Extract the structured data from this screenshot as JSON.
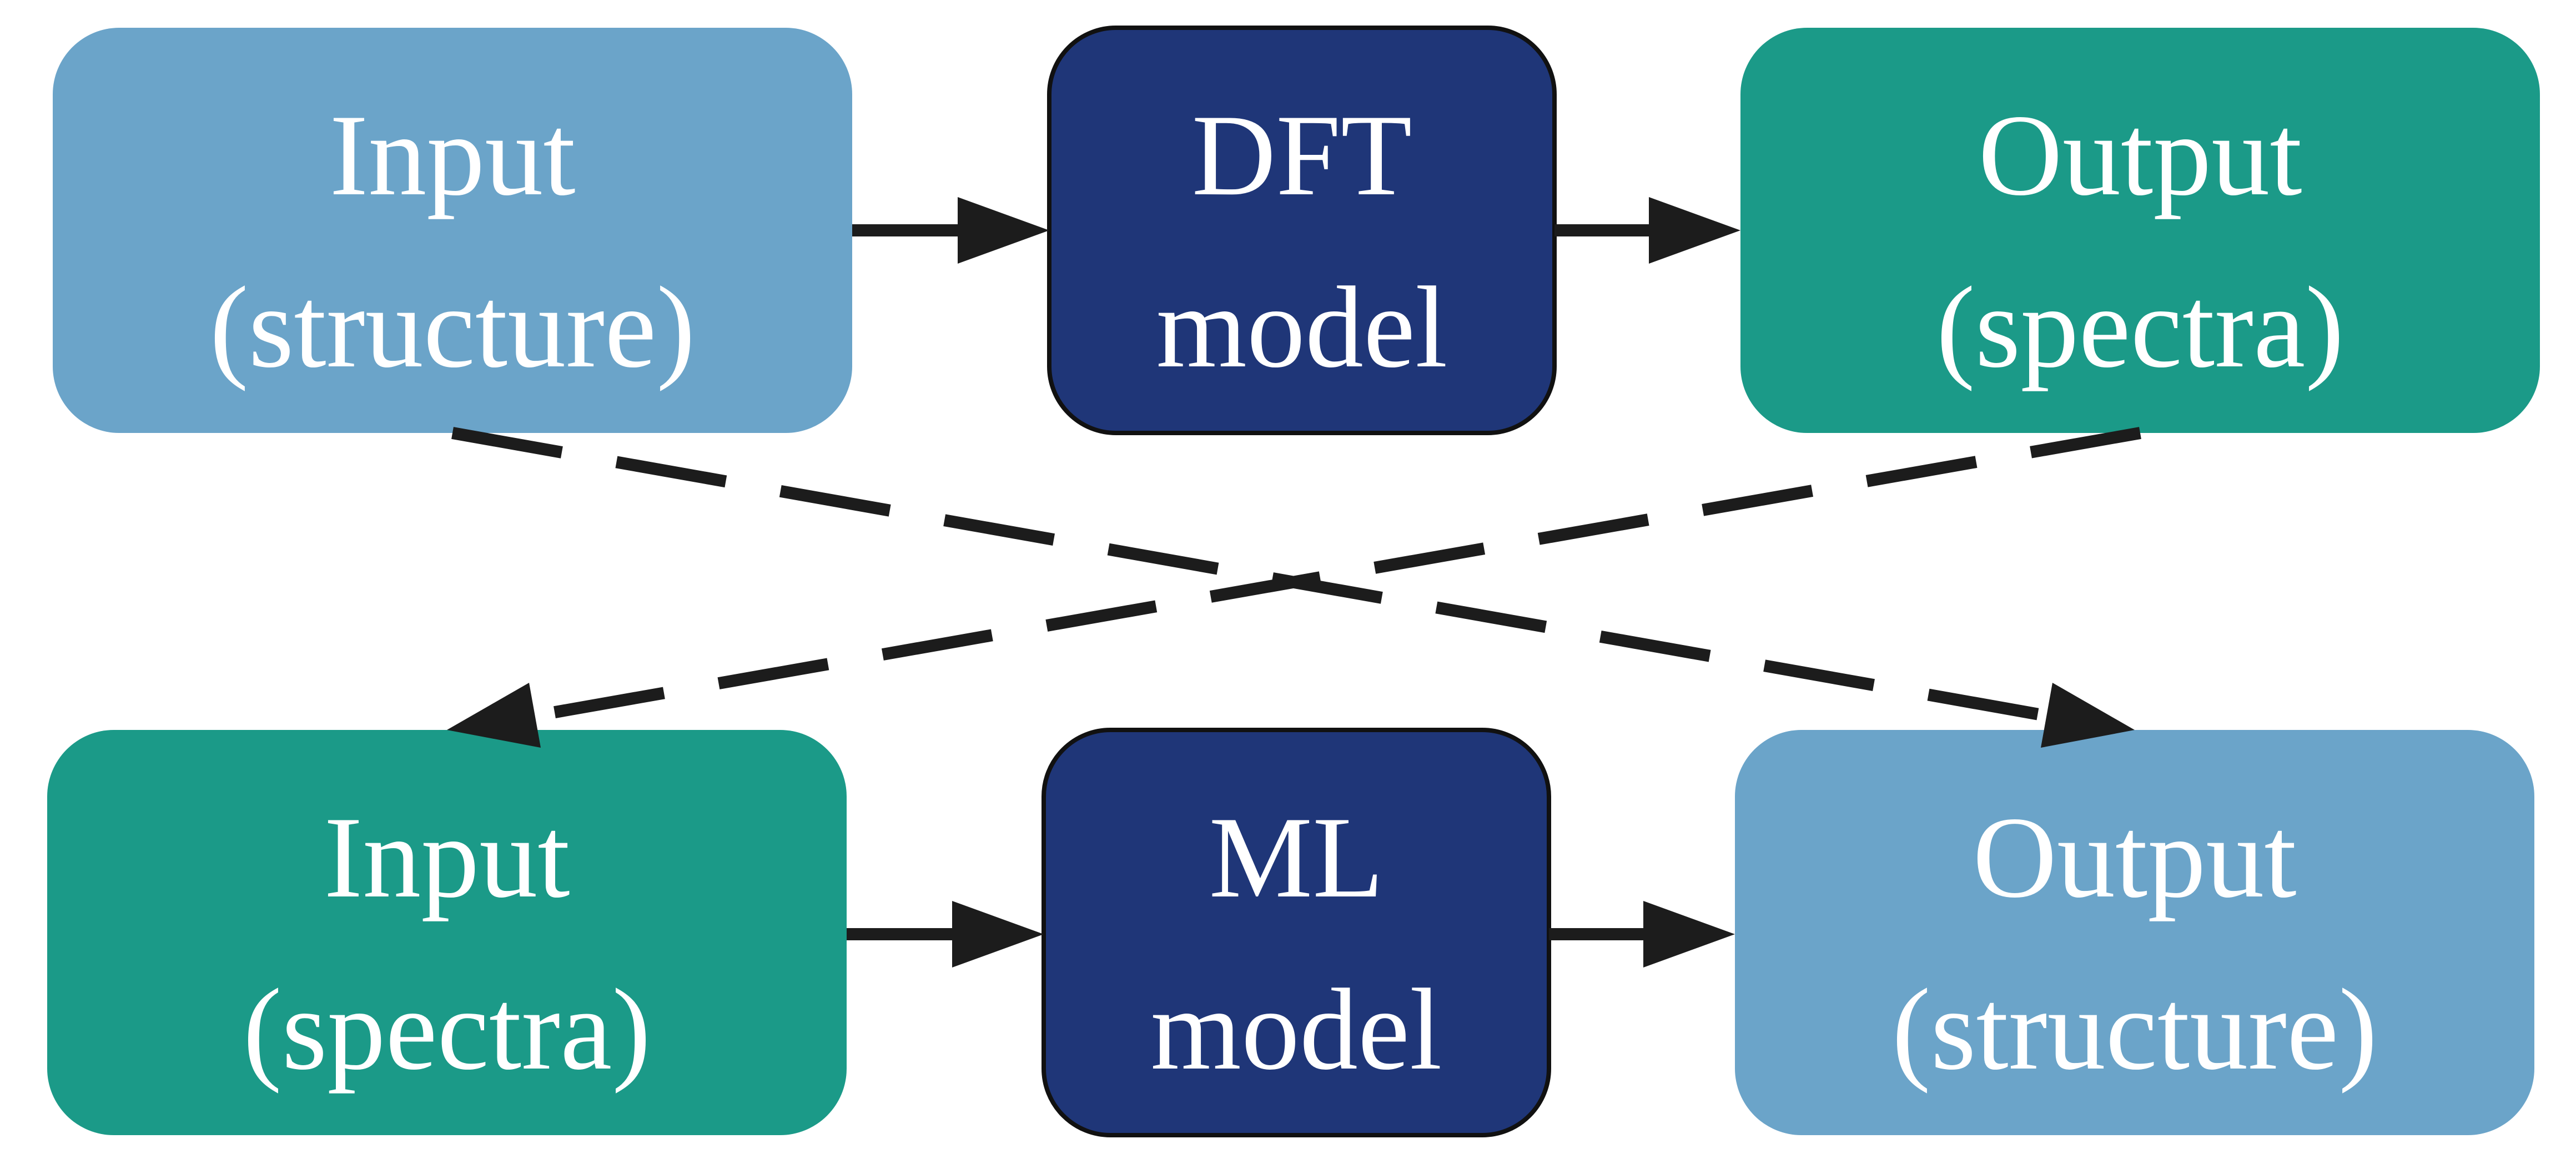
{
  "diagram": {
    "colors": {
      "light_blue": "#6ba4c9",
      "teal": "#1b9a88",
      "navy": "#1f3678",
      "edge": "#1c1c1c"
    },
    "nodes": {
      "input_structure": {
        "line1": "Input",
        "line2": "(structure)"
      },
      "dft_model": {
        "line1": "DFT",
        "line2": "model"
      },
      "output_spectra": {
        "line1": "Output",
        "line2": "(spectra)"
      },
      "input_spectra": {
        "line1": "Input",
        "line2": "(spectra)"
      },
      "ml_model": {
        "line1": "ML",
        "line2": "model"
      },
      "output_structure": {
        "line1": "Output",
        "line2": "(structure)"
      }
    }
  }
}
